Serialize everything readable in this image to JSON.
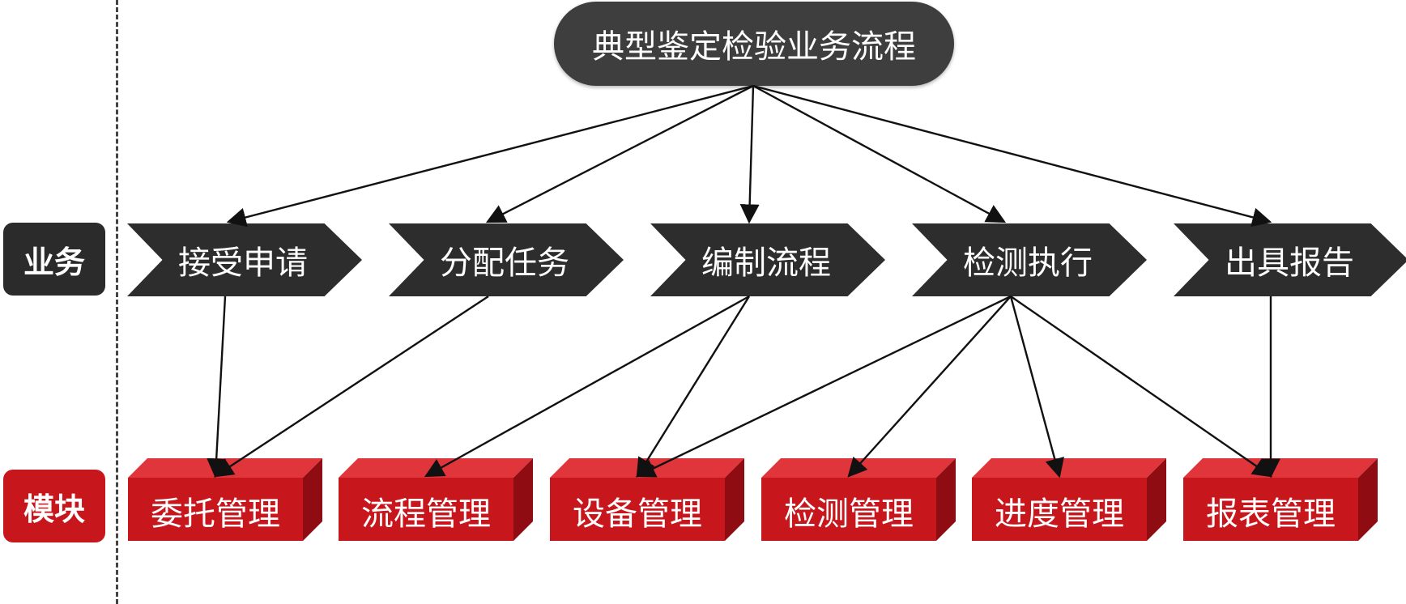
{
  "title": "典型鉴定检验业务流程",
  "side_labels": {
    "business": "业务",
    "modules": "模块"
  },
  "processes": [
    {
      "label": "接受申请"
    },
    {
      "label": "分配任务"
    },
    {
      "label": "编制流程"
    },
    {
      "label": "检测执行"
    },
    {
      "label": "出具报告"
    }
  ],
  "modules": [
    {
      "label": "委托管理"
    },
    {
      "label": "流程管理"
    },
    {
      "label": "设备管理"
    },
    {
      "label": "检测管理"
    },
    {
      "label": "进度管理"
    },
    {
      "label": "报表管理"
    }
  ],
  "links": [
    {
      "from": "processes.0",
      "to": "modules.0"
    },
    {
      "from": "processes.1",
      "to": "modules.0"
    },
    {
      "from": "processes.2",
      "to": "modules.1"
    },
    {
      "from": "processes.2",
      "to": "modules.2"
    },
    {
      "from": "processes.3",
      "to": "modules.2"
    },
    {
      "from": "processes.3",
      "to": "modules.3"
    },
    {
      "from": "processes.3",
      "to": "modules.4"
    },
    {
      "from": "processes.3",
      "to": "modules.5"
    },
    {
      "from": "processes.4",
      "to": "modules.5"
    }
  ],
  "colors": {
    "dark": "#2d2d2d",
    "title_fill": "#3e3e3e",
    "module_red": "#c8161d",
    "module_side": "#8f0d12",
    "module_top": "#e0353b"
  }
}
